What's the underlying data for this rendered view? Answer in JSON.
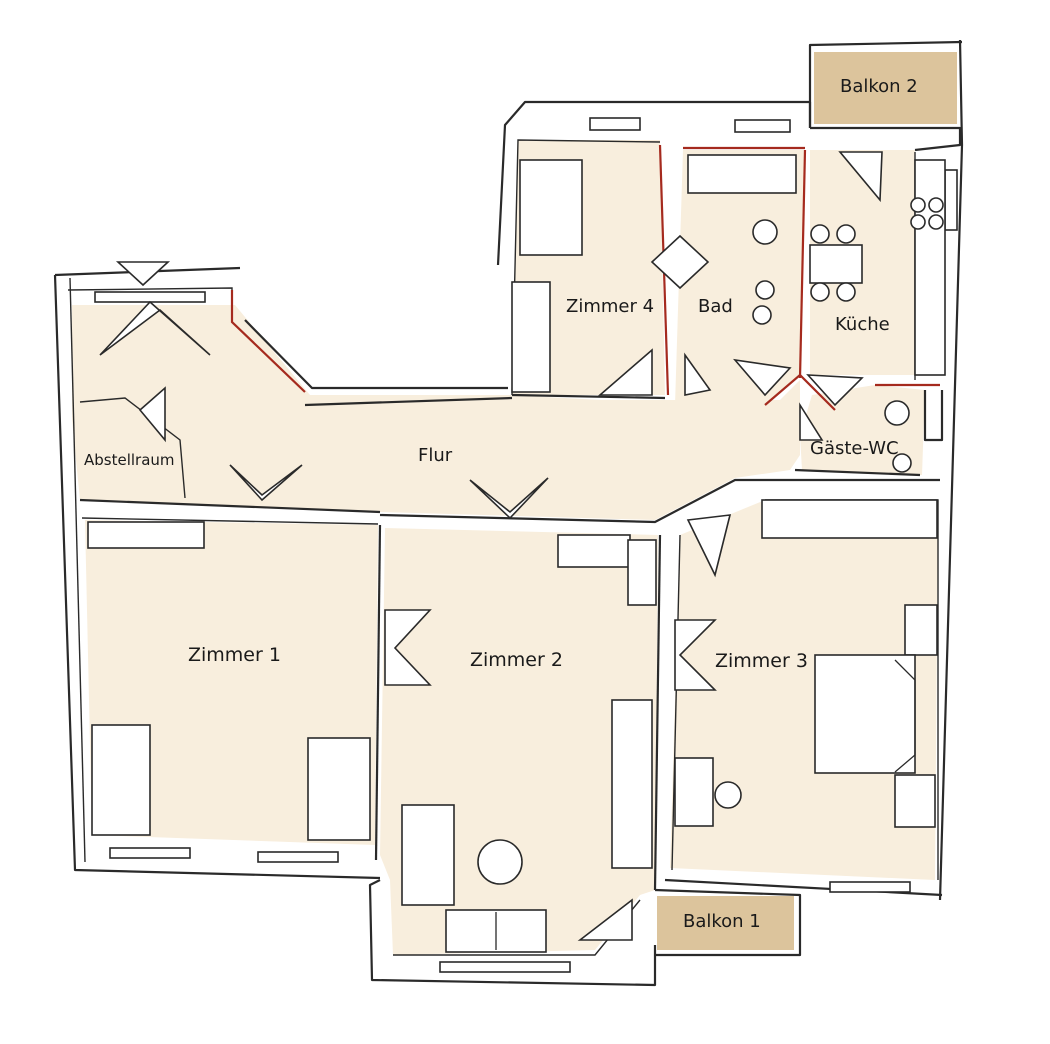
{
  "colors": {
    "floor": "#f8eedd",
    "balcony": "#dcc49c",
    "wall": "#2a2a2a",
    "wall_accent": "#a52a1e",
    "background": "#ffffff"
  },
  "rooms": {
    "balkon2": "Balkon 2",
    "zimmer4": "Zimmer 4",
    "bad": "Bad",
    "kueche": "Küche",
    "abstellraum": "Abstellraum",
    "flur": "Flur",
    "gaeste_wc": "Gäste-WC",
    "zimmer1": "Zimmer 1",
    "zimmer2": "Zimmer 2",
    "zimmer3": "Zimmer 3",
    "balkon1": "Balkon 1"
  }
}
